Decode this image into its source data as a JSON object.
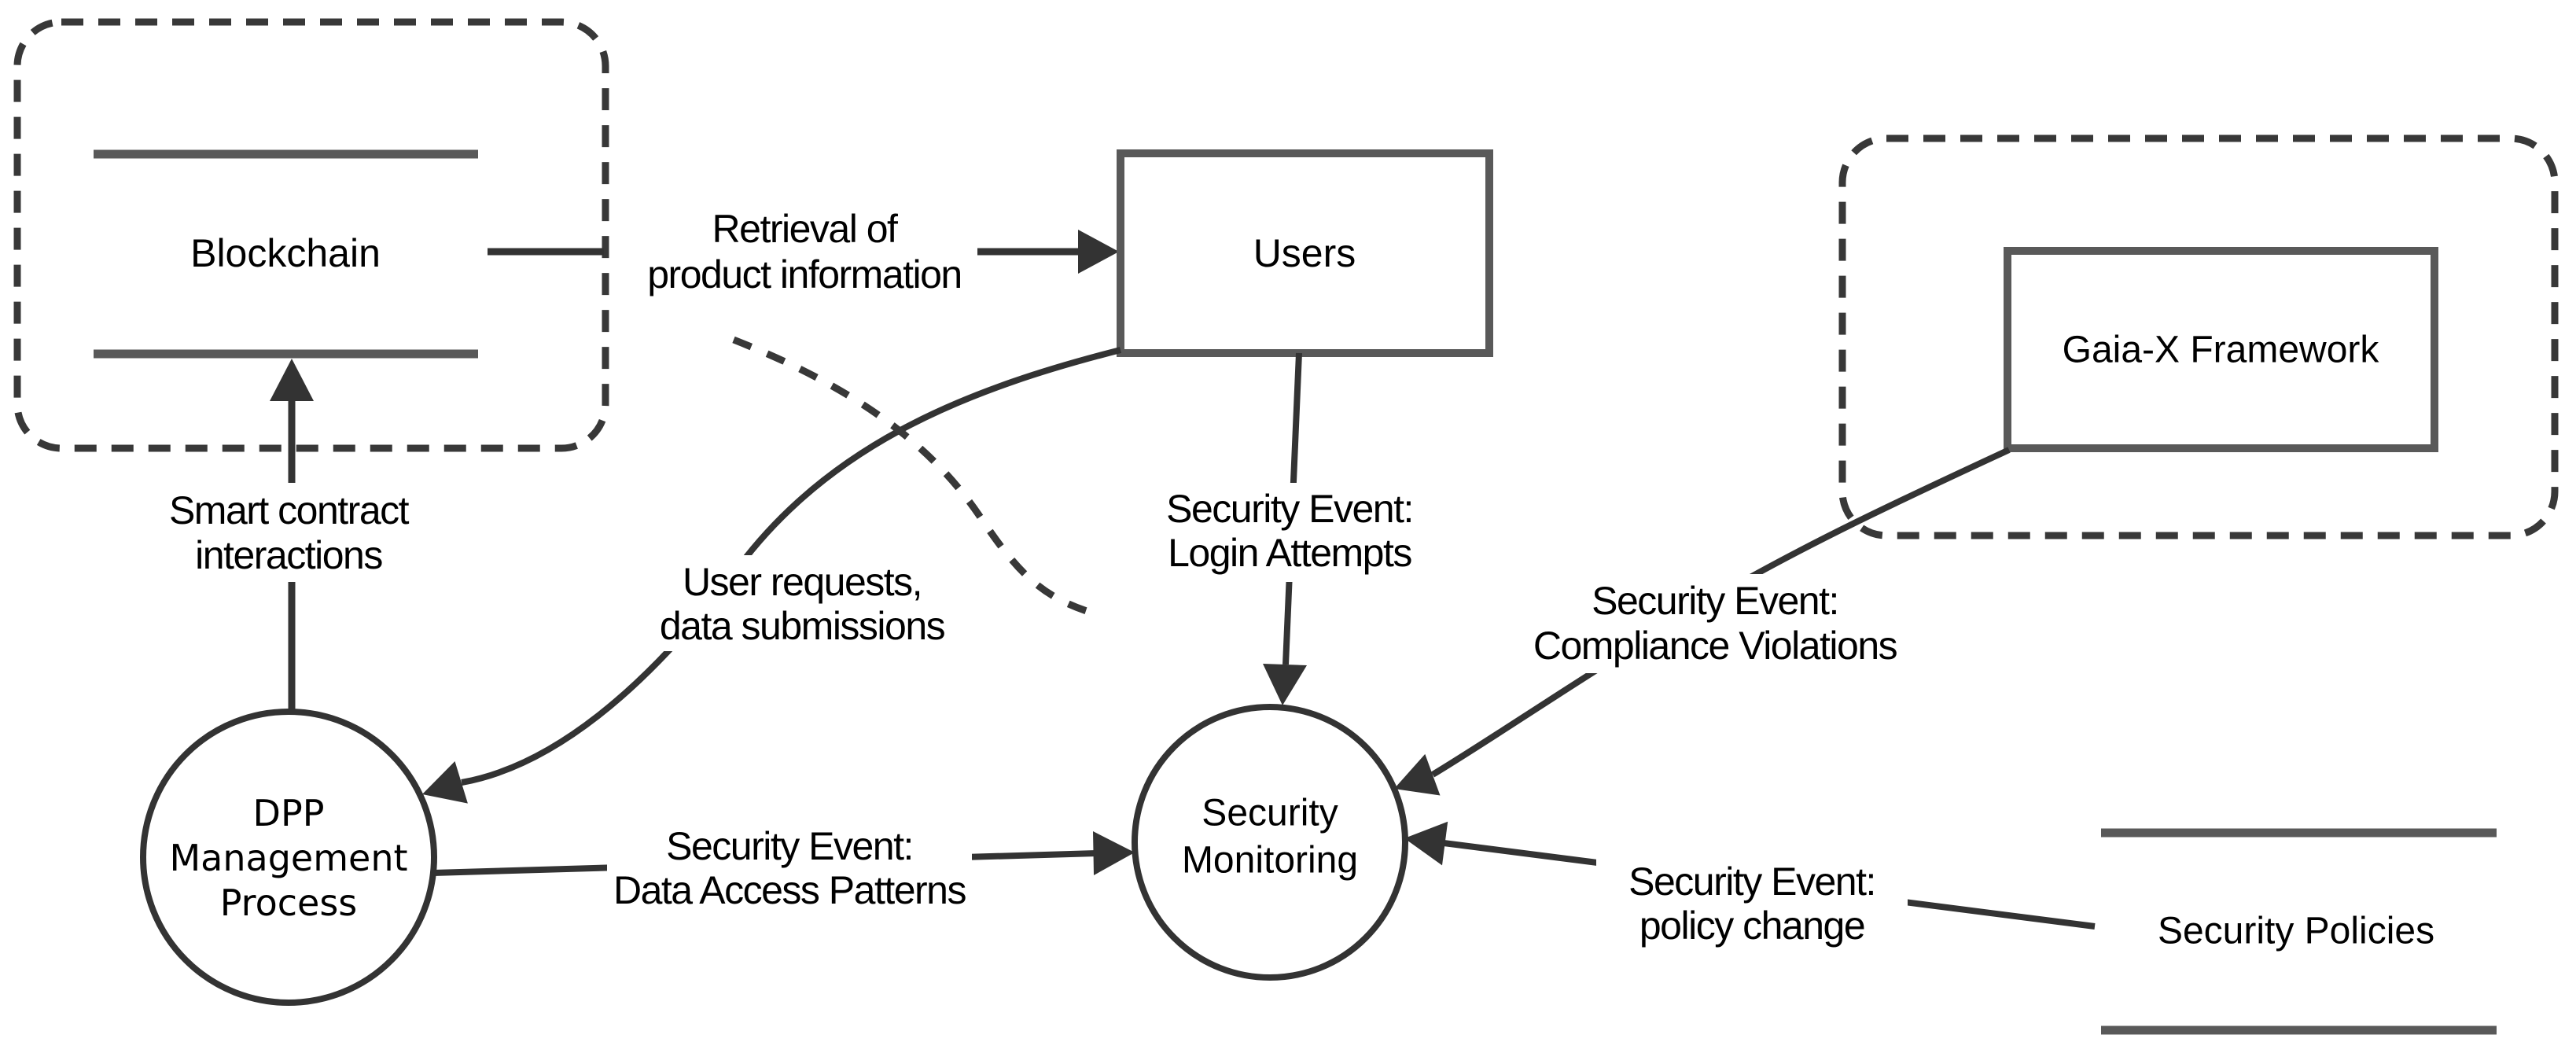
{
  "colors": {
    "background": "#ffffff",
    "flow_line": "#333333",
    "entity_border": "#595959",
    "data_store_line": "#595959",
    "trust_boundary": "#383838",
    "text": "#000000"
  },
  "nodes": {
    "blockchain": {
      "type": "data-store",
      "label": "Blockchain"
    },
    "users": {
      "type": "external-entity",
      "label": "Users"
    },
    "gaia_x": {
      "type": "external-entity",
      "label": "Gaia-X Framework"
    },
    "dpp_process": {
      "type": "process",
      "label": "DPP Management Process",
      "lines": [
        "DPP",
        "Management",
        "Process"
      ]
    },
    "security_monitoring": {
      "type": "process",
      "label": "Security Monitoring",
      "lines": [
        "Security",
        "Monitoring"
      ]
    },
    "security_policies": {
      "type": "data-store",
      "label": "Security Policies"
    }
  },
  "flows": {
    "retrieval": {
      "from": "blockchain",
      "to": "users",
      "lines": [
        "Retrieval of",
        "product information"
      ]
    },
    "smart_contract": {
      "from": "dpp_process",
      "to": "blockchain",
      "lines": [
        "Smart contract",
        "interactions"
      ]
    },
    "user_requests": {
      "from": "users",
      "to": "dpp_process",
      "lines": [
        "User requests,",
        "data submissions"
      ]
    },
    "login_attempts": {
      "from": "users",
      "to": "security_monitoring",
      "lines": [
        "Security Event:",
        "Login Attempts"
      ]
    },
    "compliance_violations": {
      "from": "gaia_x",
      "to": "security_monitoring",
      "lines": [
        "Security Event:",
        "Compliance Violations"
      ]
    },
    "data_access": {
      "from": "dpp_process",
      "to": "security_monitoring",
      "lines": [
        "Security Event:",
        "Data Access Patterns"
      ]
    },
    "policy_change": {
      "from": "security_policies",
      "to": "security_monitoring",
      "lines": [
        "Security Event:",
        "policy change"
      ]
    }
  }
}
